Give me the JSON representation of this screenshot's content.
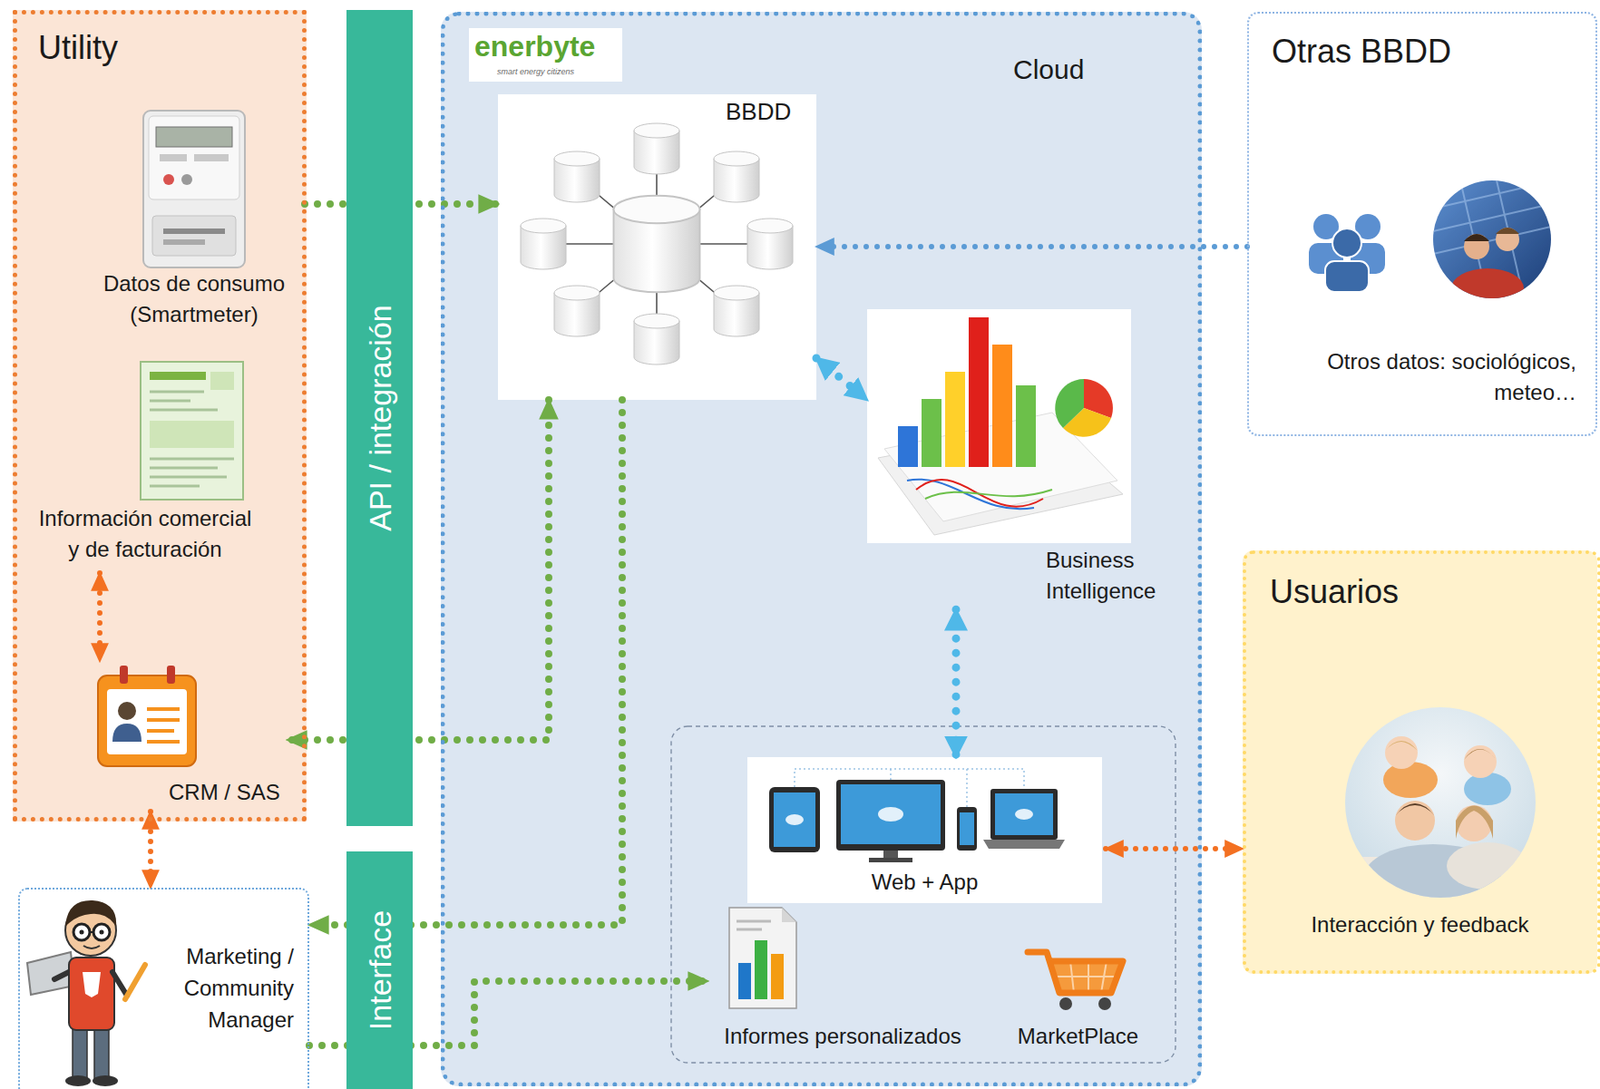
{
  "diagram": {
    "nodes": [
      {
        "text": [
          "Utility"
        ]
      },
      {
        "text": [
          "Datos de consumo (Smartmeter)"
        ],
        "in": 0
      },
      {
        "text": [
          "Información comercial y de facturación"
        ],
        "in": 0
      },
      {
        "text": [
          "CRM / SAS"
        ],
        "in": 0
      },
      {
        "text": [
          "API / integración"
        ]
      },
      {
        "text": [
          "Interface"
        ]
      },
      {
        "text": [
          "Cloud"
        ]
      },
      {
        "text": [
          "BBDD"
        ],
        "in": 6
      },
      {
        "text": [
          "Business Intelligence"
        ],
        "in": 6
      },
      {
        "text": [
          "Web + App"
        ],
        "in": 6
      },
      {
        "text": [
          "Informes personalizados"
        ],
        "in": 6
      },
      {
        "text": [
          "MarketPlace"
        ],
        "in": 6
      },
      {
        "text": [
          "Otras BBDD",
          "Otros datos: sociológicos, meteo…"
        ]
      },
      {
        "text": [
          "Usuarios",
          "Interacción y feedback"
        ]
      },
      {
        "text": [
          "Marketing / Community Manager"
        ]
      }
    ],
    "edges": [
      {
        "from": 1,
        "to": 7,
        "arrow": "to"
      },
      {
        "from": 12,
        "to": 7,
        "arrow": "to"
      },
      {
        "from": 7,
        "to": 8,
        "arrow": "both"
      },
      {
        "from": 8,
        "to": 9,
        "arrow": "both"
      },
      {
        "from": 9,
        "to": 13,
        "arrow": "both"
      },
      {
        "from": 2,
        "to": 3,
        "arrow": "both"
      },
      {
        "from": 3,
        "to": 14,
        "arrow": "both"
      },
      {
        "from": 7,
        "to": 3,
        "arrow": "both"
      },
      {
        "from": 7,
        "to": 14,
        "arrow": "to"
      },
      {
        "from": 14,
        "to": 10,
        "arrow": "to"
      }
    ],
    "labels": [
      "enerbyte",
      "smart energy citizens"
    ]
  }
}
